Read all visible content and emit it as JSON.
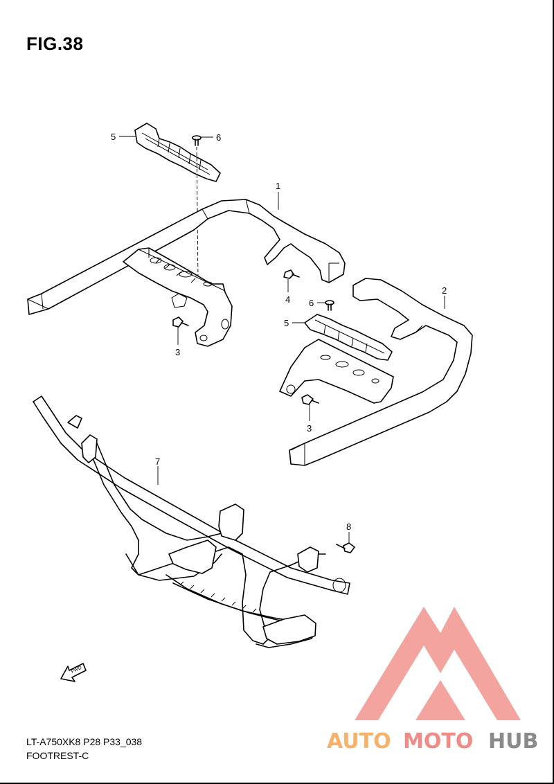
{
  "figure": {
    "title": "FIG.38",
    "model_code": "LT-A750XK8 P28 P33_038",
    "section_name": "FOOTREST-C"
  },
  "callouts": [
    "1",
    "2",
    "3",
    "3",
    "4",
    "5",
    "5",
    "6",
    "6",
    "7",
    "8"
  ],
  "fwd_label": "FWD",
  "watermark": {
    "text_a": "AUTO",
    "text_b": "MOTO",
    "text_c": "HUB",
    "colors": {
      "orange": "#f6b26b",
      "red": "#f08b86",
      "gray": "#8a8a8a",
      "triangle": "#f39a95"
    }
  }
}
